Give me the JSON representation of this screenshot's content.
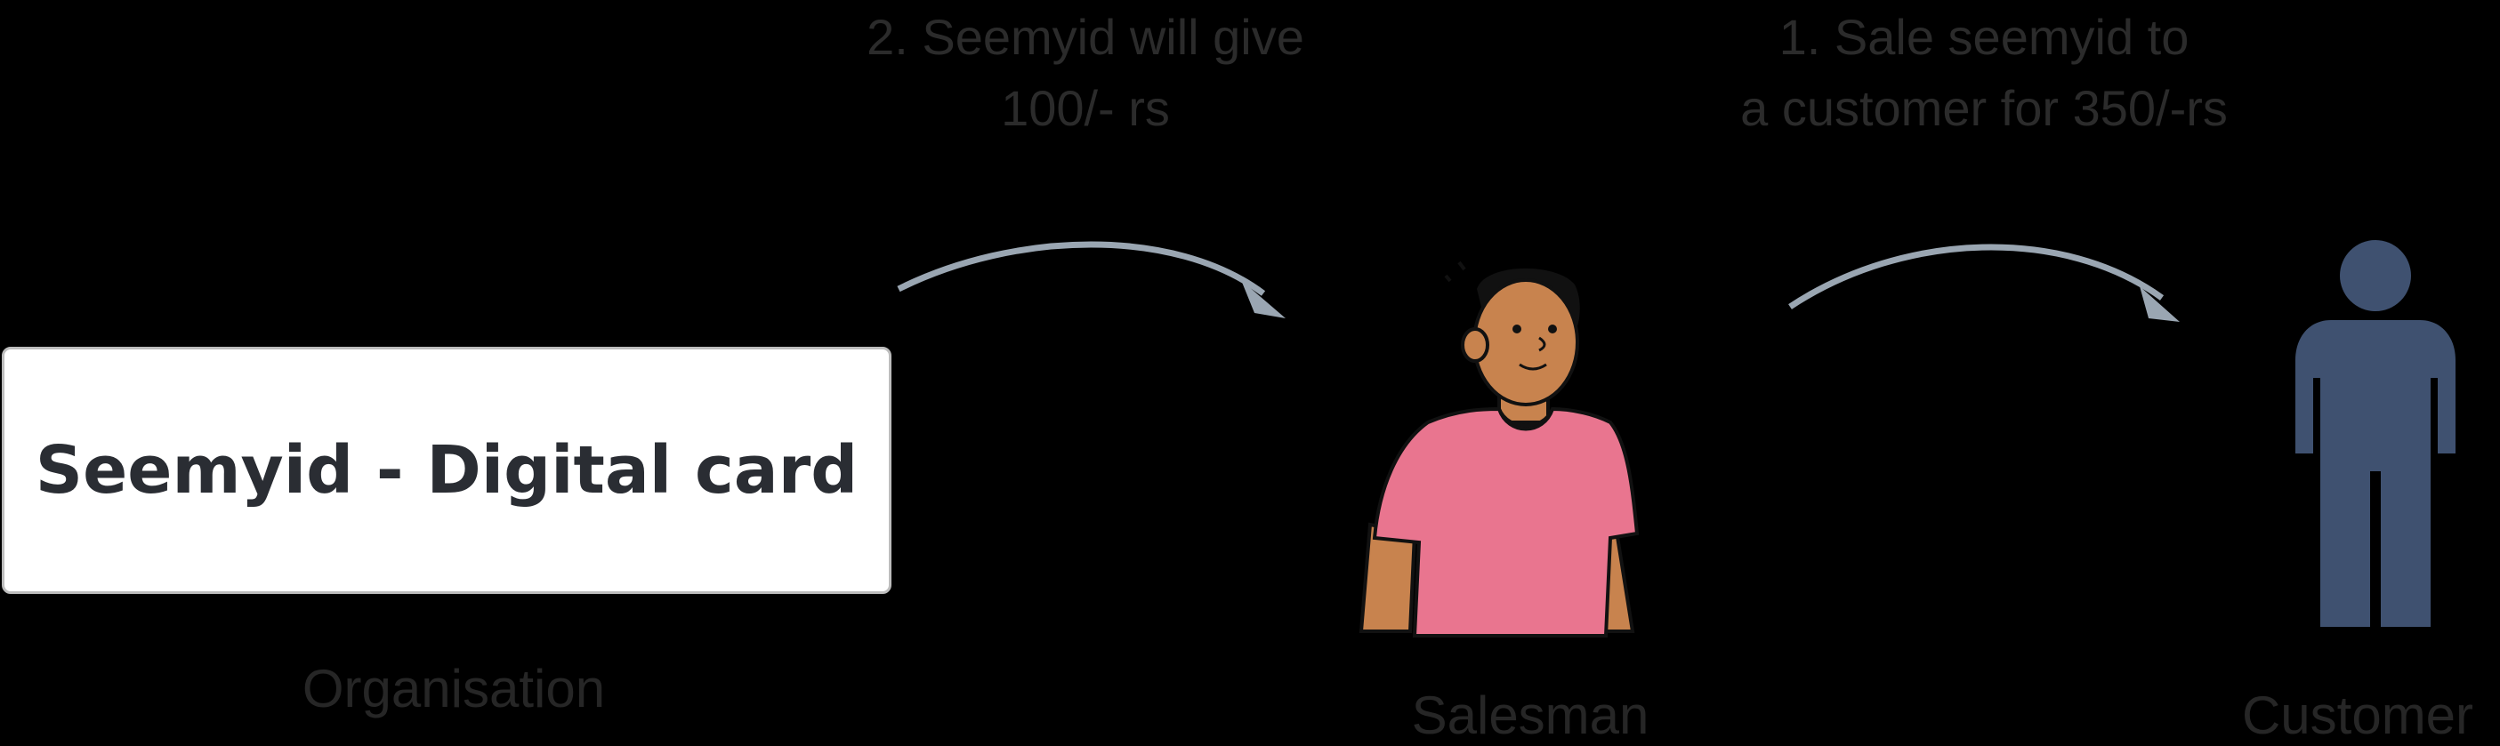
{
  "steps": {
    "step2": {
      "line1": "2.  Seemyid will give",
      "line2": "100/- rs"
    },
    "step1": {
      "line1": "1.  Sale seemyid to",
      "line2": "a customer for 350/-rs"
    }
  },
  "organisation": {
    "card_title": "Seemyid - Digital card",
    "caption": "Organisation"
  },
  "salesman": {
    "caption": "Salesman"
  },
  "customer": {
    "caption": "Customer"
  },
  "colors": {
    "background": "#000000",
    "arrow": "#9aa6b2",
    "customer_figure": "#3f5170",
    "shirt": "#e9758f",
    "skin": "#c8834e"
  }
}
